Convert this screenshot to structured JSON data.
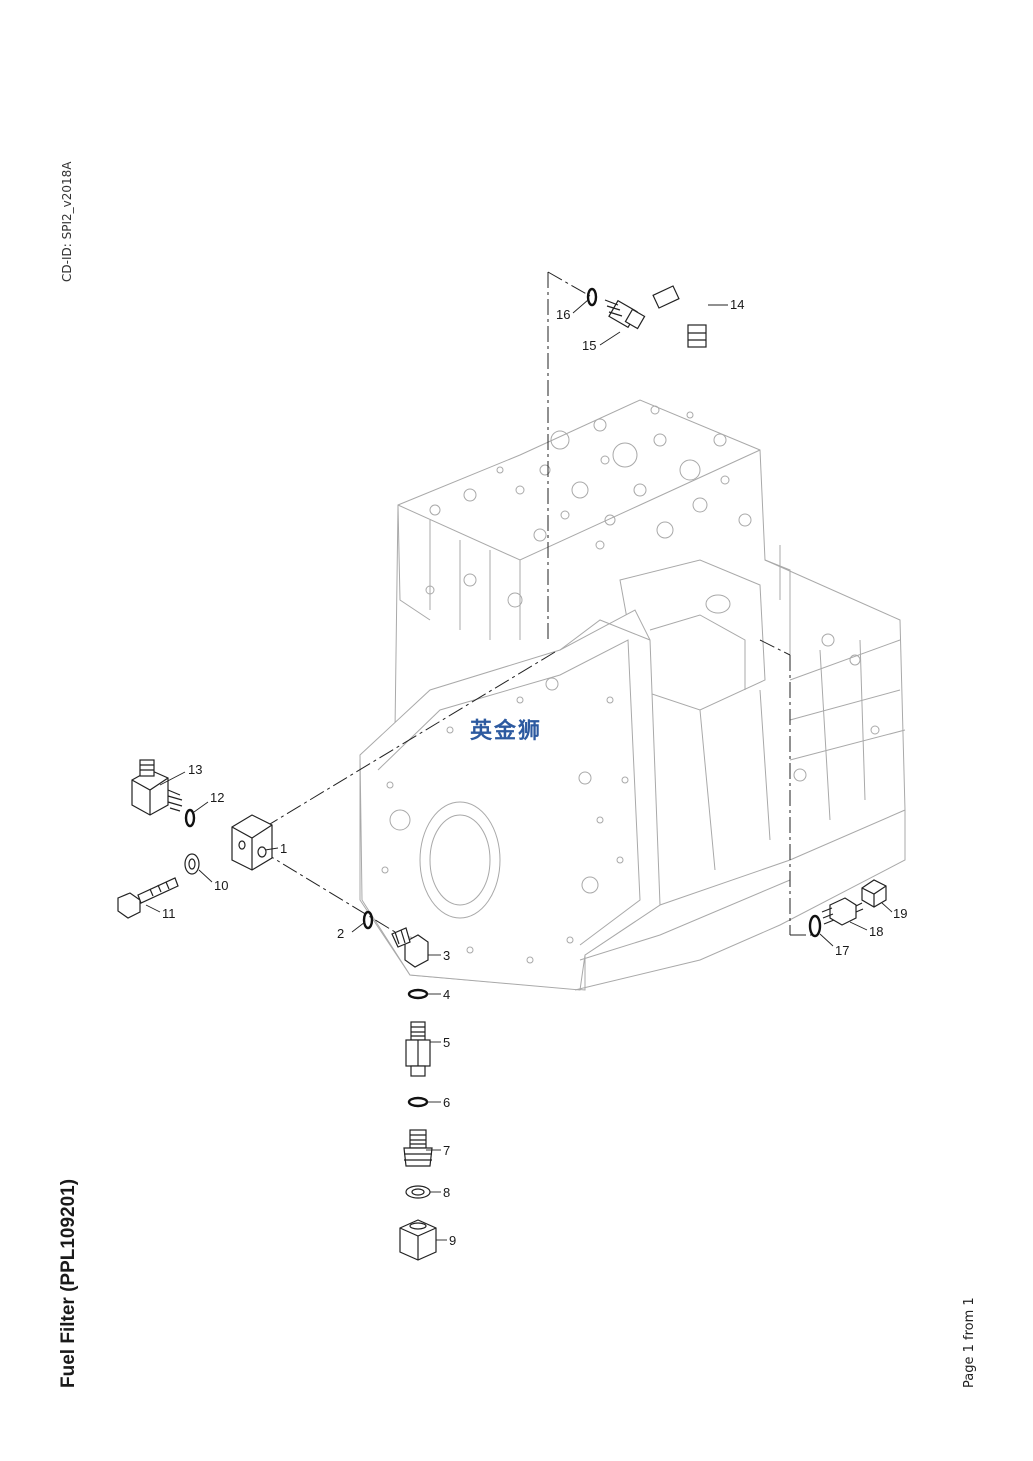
{
  "header": {
    "cd_id": "CD-ID: SPI2_v2018A"
  },
  "title": "Fuel Filter (PPL109201)",
  "footer": {
    "page": "Page 1 from 1"
  },
  "watermark": "英金狮",
  "callouts": [
    "1",
    "2",
    "3",
    "4",
    "5",
    "6",
    "7",
    "8",
    "9",
    "10",
    "11",
    "12",
    "13",
    "14",
    "15",
    "16",
    "17",
    "18",
    "19"
  ],
  "colors": {
    "outline": "#a9a9a9",
    "part_outline": "#222222",
    "watermark": "#2d5aa0"
  }
}
